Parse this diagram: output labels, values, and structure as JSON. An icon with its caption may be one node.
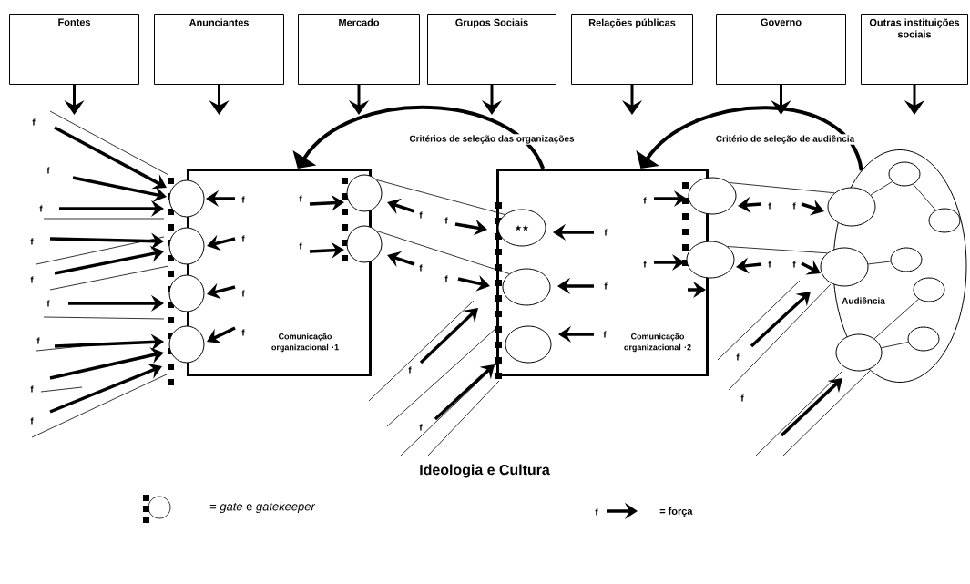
{
  "diagram": {
    "caption": "Ideologia e Cultura",
    "nodes": [
      {
        "text": [
          "Fontes"
        ]
      },
      {
        "text": [
          "Anunciantes"
        ]
      },
      {
        "text": [
          "Mercado"
        ]
      },
      {
        "text": [
          "Grupos Sociais"
        ]
      },
      {
        "text": [
          "Relações públicas"
        ]
      },
      {
        "text": [
          "Governo"
        ]
      },
      {
        "text": [
          "Outras instituições sociais"
        ]
      },
      {
        "text": [
          "Comunicação organizacional ·1"
        ]
      },
      {
        "text": [],
        "shape": "circle"
      },
      {
        "text": [],
        "shape": "circle"
      },
      {
        "text": [],
        "shape": "circle"
      },
      {
        "text": [],
        "shape": "circle"
      },
      {
        "text": [],
        "shape": "circle"
      },
      {
        "text": [],
        "shape": "circle"
      },
      {
        "text": [
          "Comunicação organizacional ·2"
        ]
      },
      {
        "text": [
          "★★"
        ],
        "in": 14
      },
      {
        "text": [],
        "shape": "circle",
        "in": 14
      },
      {
        "text": [],
        "shape": "circle",
        "in": 14
      },
      {
        "text": [],
        "shape": "circle"
      },
      {
        "text": [],
        "shape": "circle"
      },
      {
        "text": [
          "Audiência"
        ]
      },
      {
        "text": [],
        "shape": "circle"
      },
      {
        "text": [],
        "shape": "circle"
      },
      {
        "text": [],
        "shape": "circle",
        "in": 20
      },
      {
        "text": [],
        "shape": "circle",
        "in": 20
      },
      {
        "text": [],
        "shape": "circle",
        "in": 20
      },
      {
        "text": [],
        "shape": "circle",
        "in": 20
      },
      {
        "text": [],
        "shape": "circle",
        "in": 20
      },
      {
        "text": [],
        "shape": "circle",
        "in": 20
      }
    ],
    "edges": [
      {
        "from": 0,
        "to": null,
        "arrow": "to",
        "style": "thick"
      },
      {
        "from": 1,
        "to": null,
        "arrow": "to",
        "style": "thick"
      },
      {
        "from": 2,
        "to": null,
        "arrow": "to",
        "style": "thick"
      },
      {
        "from": 3,
        "to": null,
        "arrow": "to",
        "style": "thick"
      },
      {
        "from": 4,
        "to": null,
        "arrow": "to",
        "style": "thick"
      },
      {
        "from": 5,
        "to": null,
        "arrow": "to",
        "style": "thick"
      },
      {
        "from": 6,
        "to": null,
        "arrow": "to",
        "style": "thick"
      },
      {
        "from": 14,
        "to": 7,
        "arrow": "to",
        "style": "thick",
        "label": "Critérios de seleção das organizações"
      },
      {
        "from": 20,
        "to": 14,
        "arrow": "to",
        "style": "thick",
        "label": "Critério de seleção de audiência"
      },
      {
        "from": 12,
        "to": 15,
        "arrow": "none"
      },
      {
        "from": 13,
        "to": 16,
        "arrow": "none"
      },
      {
        "from": 18,
        "to": 21,
        "arrow": "none"
      },
      {
        "from": 19,
        "to": 22,
        "arrow": "none"
      },
      {
        "from": 21,
        "to": 24,
        "arrow": "none"
      },
      {
        "from": 24,
        "to": 25,
        "arrow": "none"
      },
      {
        "from": 22,
        "to": 26,
        "arrow": "none"
      },
      {
        "from": 23,
        "to": 27,
        "arrow": "none"
      },
      {
        "from": 23,
        "to": 28,
        "arrow": "none"
      }
    ],
    "labels": [
      "f",
      "f",
      "f",
      "f",
      "f",
      "f",
      "f",
      "f",
      "f",
      "f",
      "f",
      "f",
      "f",
      "f",
      "f",
      "f",
      "f",
      "f",
      "f",
      "f",
      "f",
      "f",
      "f",
      "f",
      "f",
      "f",
      "f",
      "f",
      "f",
      "f",
      "f",
      "f",
      "f"
    ],
    "legend": [
      {
        "text": "= *gate* e *gatekeeper*"
      },
      {
        "text": "= força"
      }
    ]
  }
}
